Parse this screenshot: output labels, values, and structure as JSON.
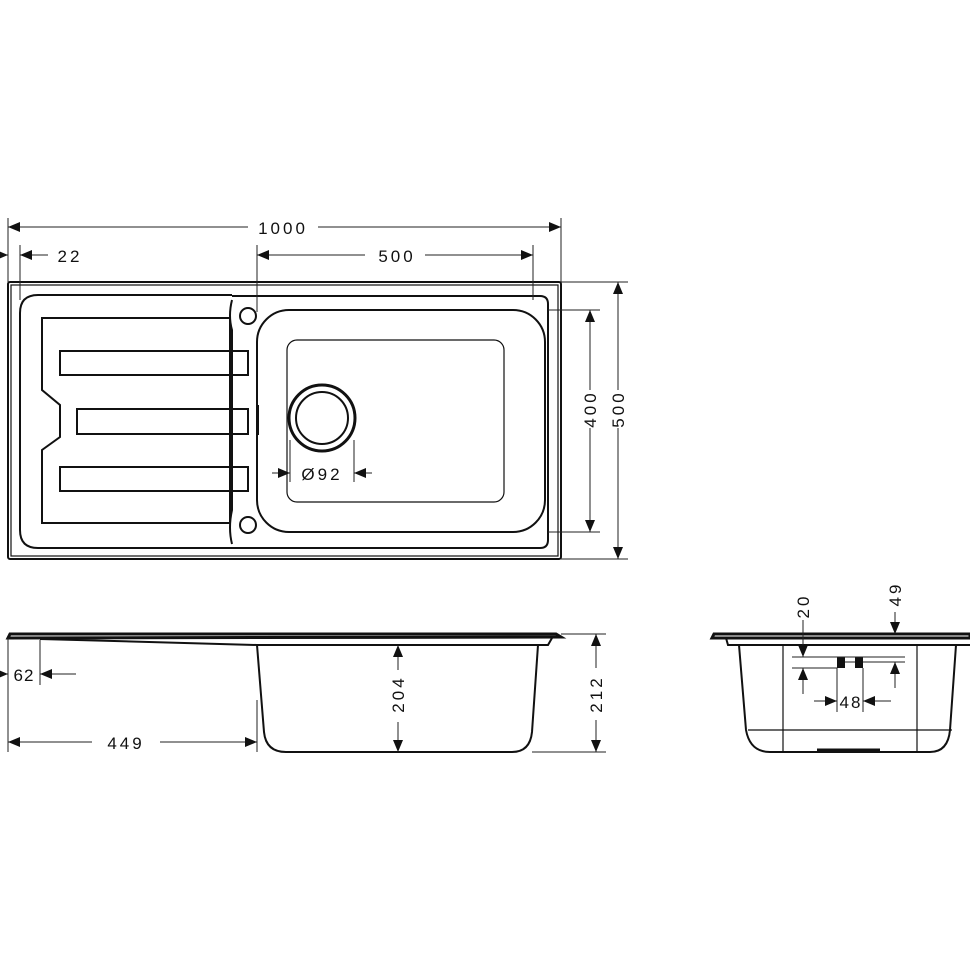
{
  "drawing": {
    "top_view": {
      "dim_overall_width": "1000",
      "dim_offset_left": "22",
      "dim_bowl_width": "500",
      "dim_bowl_depth": "400",
      "dim_overall_depth": "500",
      "dim_drain_diameter": "Ø92"
    },
    "side_view": {
      "dim_drainer_offset": "62",
      "dim_bowl_start": "449",
      "dim_bowl_inner_depth": "204",
      "dim_total_height": "212"
    },
    "end_view": {
      "dim_overflow_height": "20",
      "dim_rim_offset": "49",
      "dim_overflow_width": "48"
    }
  }
}
